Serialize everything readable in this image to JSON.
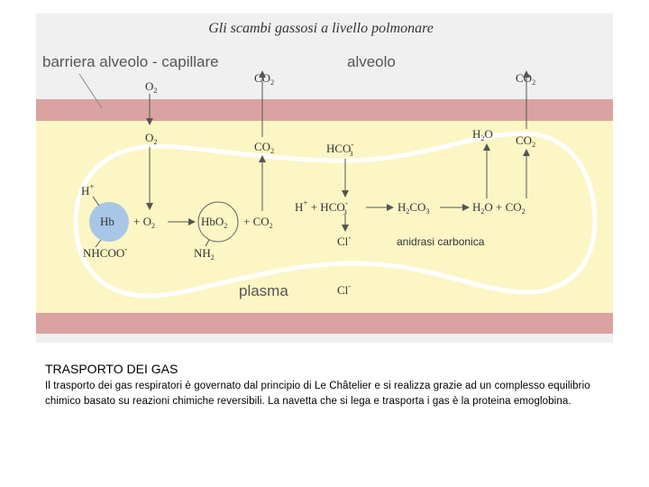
{
  "title": "Gli scambi gassosi a livello polmonare",
  "labels": {
    "barrier": "barriera alveolo - capillare",
    "alveolus": "alveolo",
    "plasma": "plasma",
    "anhydrase": "anidrasi carbonica"
  },
  "species": {
    "o2_top": "O",
    "o2_top_sub": "2",
    "co2_top_left": "CO",
    "co2_top_left_sub": "2",
    "co2_top_right": "CO",
    "co2_top_right_sub": "2",
    "o2_mid": "O",
    "o2_mid_sub": "2",
    "co2_mid": "CO",
    "co2_mid_sub": "2",
    "hco3_mid": "HCO",
    "hco3_mid_sub": "3",
    "hco3_mid_sup": "-",
    "h2o_right": "H",
    "h2o_right_sub": "2",
    "h2o_right_tail": "O",
    "co2_right": "CO",
    "co2_right_sub": "2",
    "h_plus": "H",
    "h_plus_sup": "+",
    "hb": "Hb",
    "plus_o2": "+ O",
    "plus_o2_sub": "2",
    "hbo2": "HbO",
    "hbo2_sub": "2",
    "plus_co2": "+ CO",
    "plus_co2_sub": "2",
    "nhcoo": "NHCOO",
    "nhcoo_sup": "-",
    "nh2": "NH",
    "nh2_sub": "2",
    "h_hco3_a": "H",
    "h_hco3_a_sup": "+",
    "h_hco3_b": " + HCO",
    "h_hco3_sub": "3",
    "h_hco3_sup": "-",
    "h2co3_a": "H",
    "h2co3_sub1": "2",
    "h2co3_b": "CO",
    "h2co3_sub2": "3",
    "h2o_co2_a": "H",
    "h2o_co2_sub1": "2",
    "h2o_co2_b": "O + CO",
    "h2o_co2_sub2": "2",
    "cl_mid": "Cl",
    "cl_mid_sup": "-",
    "cl_low": "Cl",
    "cl_low_sup": "-"
  },
  "colors": {
    "panel": "#f0f0f0",
    "membrane": "#daa3a1",
    "plasma": "#fbf6c4",
    "hb_fill": "#a8c6e6"
  },
  "caption": {
    "title": "TRASPORTO DEI GAS",
    "body": "Il trasporto dei gas respiratori è governato dal principio di Le Châtelier e si realizza grazie ad un complesso equilibrio chimico basato su reazioni chimiche reversibili. La navetta che si lega e trasporta i gas è la proteina emoglobina."
  }
}
